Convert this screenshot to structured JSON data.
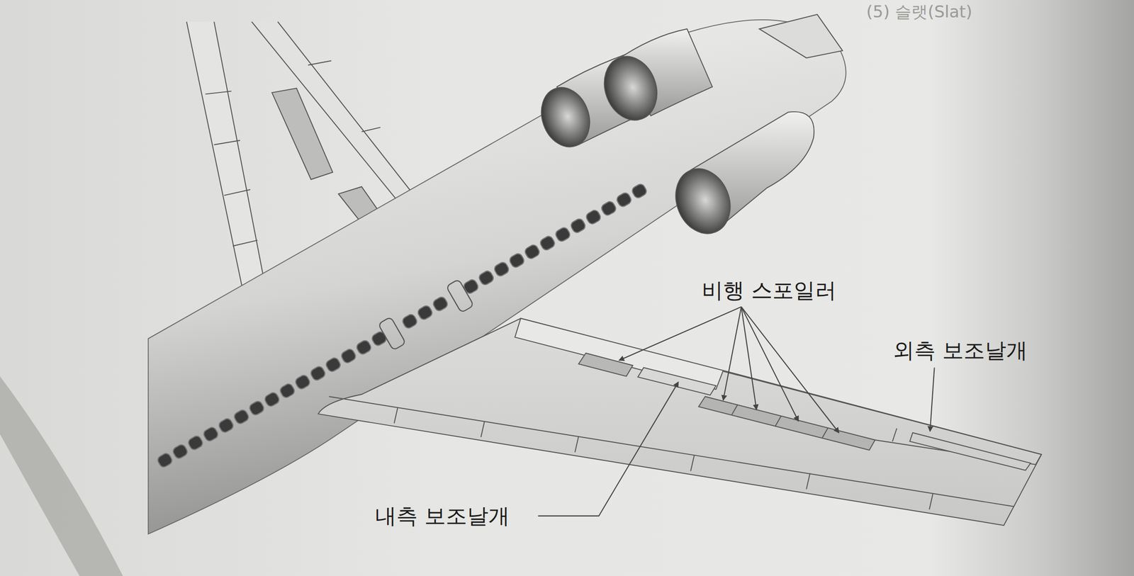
{
  "diagram": {
    "labels": [
      "(5) 슬랫(Slat)",
      "비행 스포일러",
      "외측 보조날개",
      "내측 보조날개"
    ]
  }
}
